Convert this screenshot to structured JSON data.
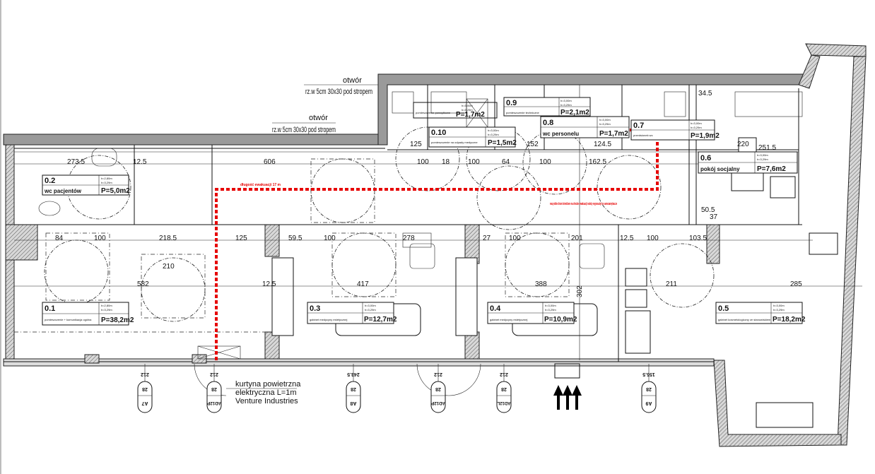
{
  "openings": [
    {
      "title": "otwór",
      "detail": "rz.w 5cm 30x30 pod stropem"
    },
    {
      "title": "otwór",
      "detail": "rz.w 5cm 30x30 pod stropem"
    }
  ],
  "rooms": [
    {
      "number": "0.1",
      "name": "pomieszczenie + komunikacja ogólna",
      "h1": "h=2,80m",
      "h2": "h=3,29m",
      "area": "P=38,2m2"
    },
    {
      "number": "0.2",
      "name": "wc pacjentów",
      "h1": "h=2,80m",
      "h2": "h=3,29m",
      "area": "P=5,0m2"
    },
    {
      "number": "0.3",
      "name": "gabinet medycyny estetycznej",
      "h1": "h=3,00m",
      "h2": "h=3,29m",
      "area": "P=12,7m2"
    },
    {
      "number": "0.4",
      "name": "gabinet medycyny estetycznej",
      "h1": "h=3,00m",
      "h2": "h=3,29m",
      "area": "P=10,9m2"
    },
    {
      "number": "0.5",
      "name": "gabinet kosmetologiczny ze stanowiskiem",
      "h1": "h=3,00m",
      "h2": "h=3,29m",
      "area": "P=18,2m2"
    },
    {
      "number": "0.6",
      "name": "pokój socjalny",
      "h1": "h=3,00m",
      "h2": "h=3,29m",
      "area": "P=7,6m2"
    },
    {
      "number": "0.7",
      "name": "przedsionek wc",
      "h1": "h=3,00m",
      "h2": "h=3,29m",
      "area": "P=1,9m2"
    },
    {
      "number": "0.8",
      "name": "wc personelu",
      "h1": "h=3,00m",
      "h2": "h=3,29m",
      "area": "P=1,7m2"
    },
    {
      "number": "0.9",
      "name": "pomieszczenie techniczne",
      "h1": "h=3,00m",
      "h2": "h=3,29m",
      "area": "P=2,1m2"
    },
    {
      "number": "0.10",
      "name": "pomieszczenie na odpady medyczne",
      "h1": "h=3,00m",
      "h2": "h=3,29m",
      "area": "P=1,5m2"
    },
    {
      "number": "",
      "name": "pomieszczenie porządkowe",
      "h1": "h=3,00m",
      "h2": "h=3,29m",
      "area": "P=1,7m2"
    }
  ],
  "dimensions": [
    "273.5",
    "12.5",
    "606",
    "84",
    "100",
    "218.5",
    "125",
    "59.5",
    "100",
    "278",
    "27",
    "100",
    "201",
    "12.5",
    "100",
    "103.5",
    "210",
    "582",
    "417",
    "388",
    "302",
    "211",
    "285",
    "125",
    "100",
    "18",
    "100",
    "64",
    "100",
    "152",
    "124.5",
    "162.5",
    "220",
    "251.5",
    "50.5",
    "37",
    "34.5",
    "12.5"
  ],
  "evacuation": {
    "length_label": "długość ewakuacji 17 m",
    "note": "wszystkie drzwi określone na drodze ewakuacji należy wyposażyć w samozamykacze",
    "color": "#e60000"
  },
  "air_curtain": {
    "line1": "kurtyna powietrzna",
    "line2": "elektryczna L=1m",
    "line3": "Venture Industries"
  },
  "door_tags": [
    {
      "code": "A7",
      "width": "28",
      "height": "212"
    },
    {
      "code": "AD12P",
      "width": "28",
      "height": "212"
    },
    {
      "code": "A8",
      "width": "28",
      "height": "243.5"
    },
    {
      "code": "AD12P",
      "width": "28",
      "height": "212"
    },
    {
      "code": "AD12L",
      "width": "28",
      "height": "212"
    },
    {
      "code": "A9",
      "width": "28",
      "height": "155.5"
    }
  ]
}
